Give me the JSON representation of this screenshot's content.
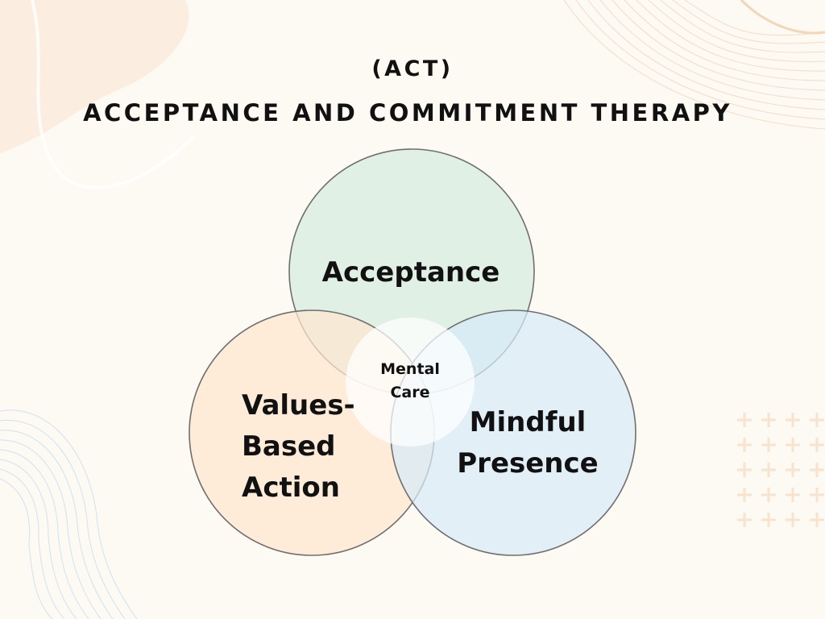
{
  "title": {
    "line1": "(ACT)",
    "line2": "ACCEPTANCE AND COMMITMENT THERAPY"
  },
  "diagram": {
    "circles": [
      {
        "id": "acceptance",
        "label": "Acceptance",
        "fill": "#dcefe2"
      },
      {
        "id": "values",
        "label_line1": "Values-",
        "label_line2": "Based",
        "label_line3": "Action",
        "fill": "#fde6cf"
      },
      {
        "id": "mindful",
        "label_line1": "Mindful",
        "label_line2": "Presence",
        "fill": "#d7eaf8"
      }
    ],
    "center": {
      "label_line1": "Mental",
      "label_line2": "Care",
      "fill": "#ffffff"
    },
    "stroke": "#6f6f6f"
  },
  "colors": {
    "background": "#fdf9f3",
    "decor_peach": "#f8e7d3",
    "decor_blue": "#cfe3f1"
  }
}
